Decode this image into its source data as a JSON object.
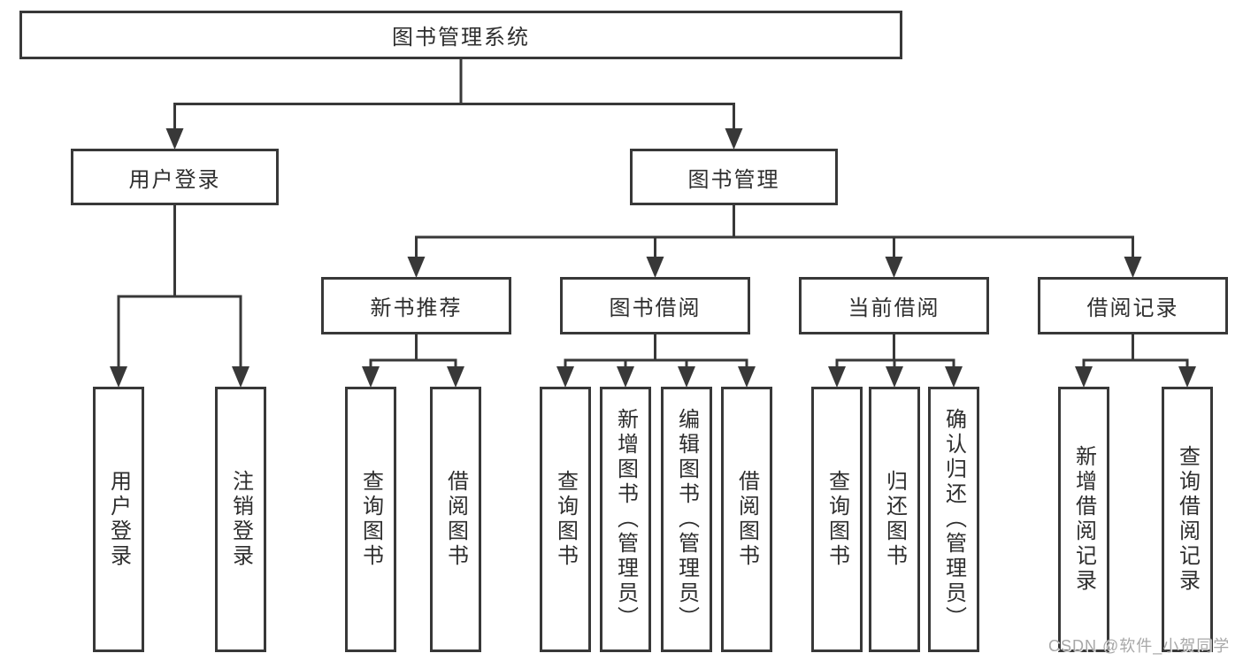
{
  "tree": {
    "root": "图书管理系统",
    "children": [
      {
        "label": "用户登录",
        "children": [
          {
            "label": "用户登录"
          },
          {
            "label": "注销登录"
          }
        ]
      },
      {
        "label": "图书管理",
        "children": [
          {
            "label": "新书推荐",
            "children": [
              {
                "label": "查询图书"
              },
              {
                "label": "借阅图书"
              }
            ]
          },
          {
            "label": "图书借阅",
            "children": [
              {
                "label": "查询图书"
              },
              {
                "label": "新增图书（管理员）"
              },
              {
                "label": "编辑图书（管理员）"
              },
              {
                "label": "借阅图书"
              }
            ]
          },
          {
            "label": "当前借阅",
            "children": [
              {
                "label": "查询图书"
              },
              {
                "label": "归还图书"
              },
              {
                "label": "确认归还（管理员）"
              }
            ]
          },
          {
            "label": "借阅记录",
            "children": [
              {
                "label": "新增借阅记录"
              },
              {
                "label": "查询借阅记录"
              }
            ]
          }
        ]
      }
    ]
  },
  "watermark": "CSDN @软件_小贺同学",
  "colors": {
    "line": "#383838",
    "box_border": "#383838",
    "text": "#2e2e2e",
    "watermark": "#a8a8a8",
    "background": "#ffffff"
  }
}
